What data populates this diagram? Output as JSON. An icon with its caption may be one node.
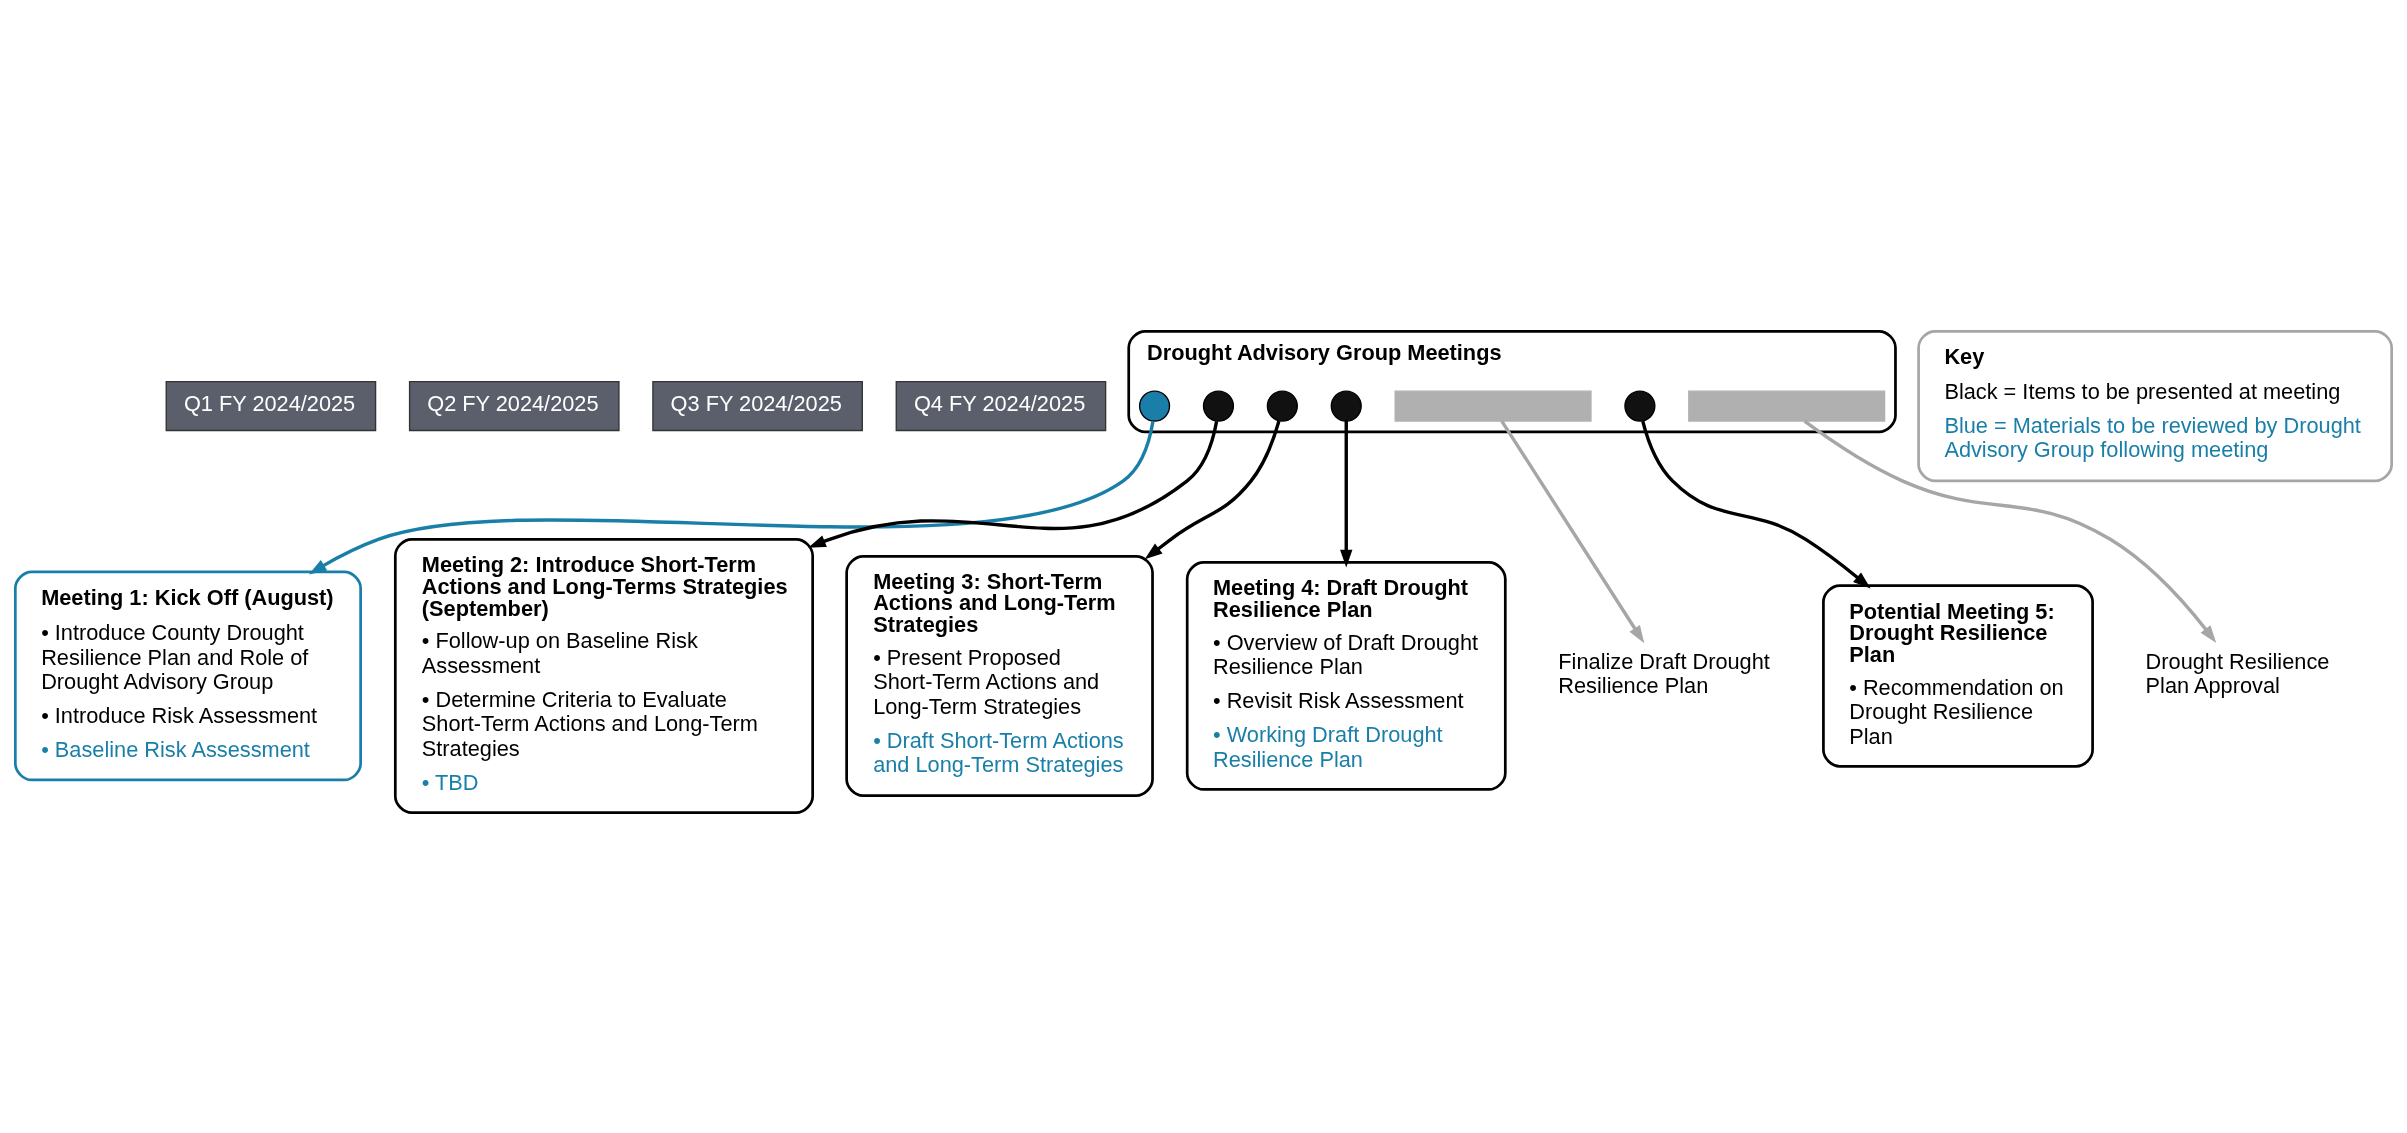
{
  "diagram": {
    "nodes": [
      {
        "text": [
          "Q1 FY 2024/2025"
        ]
      },
      {
        "text": [
          "Q2 FY 2024/2025"
        ]
      },
      {
        "text": [
          "Q3 FY 2024/2025"
        ]
      },
      {
        "text": [
          "Q4 FY 2024/2025"
        ]
      },
      {
        "text": [
          "Drought Advisory Group Meetings"
        ]
      },
      {
        "text": [],
        "shape": "circle",
        "in": 4
      },
      {
        "text": [],
        "shape": "circle",
        "in": 4
      },
      {
        "text": [],
        "shape": "circle",
        "in": 4
      },
      {
        "text": [],
        "shape": "circle",
        "in": 4
      },
      {
        "text": [],
        "shape": "bar",
        "in": 4
      },
      {
        "text": [],
        "shape": "circle",
        "in": 4
      },
      {
        "text": [],
        "shape": "bar",
        "in": 4
      },
      {
        "text": [
          "Finalize Draft Drought Resilience Plan"
        ]
      },
      {
        "text": [
          "Drought Resilience Plan Approval"
        ]
      },
      {
        "text": [
          "Meeting 1: Kick Off (August)",
          "• Introduce County Drought Resilience Plan and Role of Drought Advisory Group",
          "• Introduce Risk Assessment",
          "• Baseline Risk Assessment"
        ]
      },
      {
        "text": [
          "Meeting 2: Introduce Short-Term Actions and Long-Terms Strategies (September)",
          "• Follow-up on Baseline Risk Assessment",
          "• Determine Criteria to Evaluate Short-Term Actions and Long-Term Strategies",
          "• TBD"
        ]
      },
      {
        "text": [
          "Meeting 3: Short-Term Actions and Long-Term Strategies",
          "• Present Proposed Short-Term Actions and Long-Term Strategies",
          "• Draft Short-Term Actions and Long-Term Strategies"
        ]
      },
      {
        "text": [
          "Meeting 4: Draft Drought Resilience Plan",
          "• Overview of Draft Drought Resilience Plan",
          "• Revisit Risk Assessment",
          "• Working Draft Drought Resilience Plan"
        ]
      },
      {
        "text": [
          "Potential Meeting 5: Drought Resilience Plan",
          "• Recommendation on Drought Resilience Plan"
        ]
      },
      {
        "text": [
          "Key",
          "Black = Items to be presented at meeting",
          "Blue = Materials to be reviewed by Drought Advisory Group following meeting"
        ]
      }
    ],
    "edges": [
      {
        "from": 5,
        "to": 14,
        "arrow": "to",
        "color": "#1a7fa8"
      },
      {
        "from": 6,
        "to": 15,
        "arrow": "to"
      },
      {
        "from": 7,
        "to": 16,
        "arrow": "to"
      },
      {
        "from": 8,
        "to": 17,
        "arrow": "to"
      },
      {
        "from": 9,
        "to": 12,
        "arrow": "to",
        "color": "#a6a6a6"
      },
      {
        "from": 10,
        "to": 18,
        "arrow": "to"
      },
      {
        "from": 11,
        "to": 13,
        "arrow": "to",
        "color": "#a6a6a6"
      }
    ]
  }
}
